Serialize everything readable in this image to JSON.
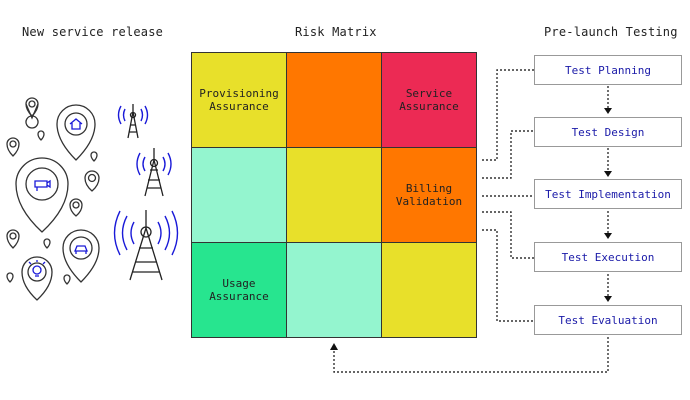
{
  "headings": {
    "left": "New service release",
    "middle": "Risk Matrix",
    "right": "Pre-launch Testing"
  },
  "matrix": {
    "cells": [
      {
        "label": "Provisioning\nAssurance",
        "color": "#e8e02a"
      },
      {
        "label": "",
        "color": "#ff7700"
      },
      {
        "label": "Service\nAssurance",
        "color": "#ec2a54"
      },
      {
        "label": "",
        "color": "#94f5cf"
      },
      {
        "label": "",
        "color": "#e8e02a"
      },
      {
        "label": "Billing\nValidation",
        "color": "#ff7700"
      },
      {
        "label": "Usage\nAssurance",
        "color": "#27e58f"
      },
      {
        "label": "",
        "color": "#94f5cf"
      },
      {
        "label": "",
        "color": "#e8e02a"
      }
    ]
  },
  "testing_stages": [
    "Test Planning",
    "Test Design",
    "Test Implementation",
    "Test Execution",
    "Test Evaluation"
  ],
  "icons": {
    "pins": [
      "camera-pin-icon",
      "home-pin-icon",
      "car-pin-icon",
      "lightbulb-pin-icon"
    ],
    "towers": [
      "cell-tower-icon"
    ],
    "accent_color": "#1a1ad8"
  }
}
